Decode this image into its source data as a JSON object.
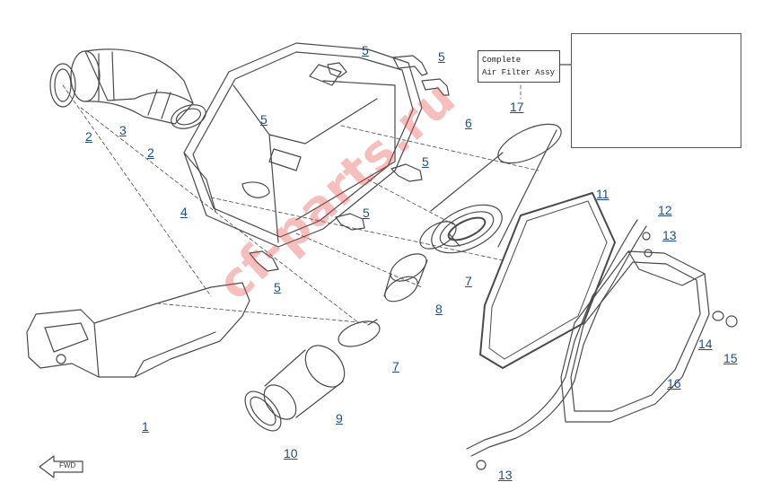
{
  "diagram": {
    "inset_label": [
      "Complete",
      "Air Filter Assy"
    ],
    "watermark": "cf-parts.ru",
    "fwd_label": "FWD",
    "colors": {
      "line": "#4a4a4a",
      "callout": "#1f4e8c",
      "watermark": "#e84646"
    },
    "callouts": [
      {
        "id": "c1",
        "label": "1"
      },
      {
        "id": "c2a",
        "label": "2"
      },
      {
        "id": "c2b",
        "label": "2"
      },
      {
        "id": "c3",
        "label": "3"
      },
      {
        "id": "c4",
        "label": "4"
      },
      {
        "id": "c5a",
        "label": "5"
      },
      {
        "id": "c5b",
        "label": "5"
      },
      {
        "id": "c5c",
        "label": "5"
      },
      {
        "id": "c5d",
        "label": "5"
      },
      {
        "id": "c5e",
        "label": "5"
      },
      {
        "id": "c5f",
        "label": "5"
      },
      {
        "id": "c6",
        "label": "6"
      },
      {
        "id": "c7a",
        "label": "7"
      },
      {
        "id": "c7b",
        "label": "7"
      },
      {
        "id": "c8",
        "label": "8"
      },
      {
        "id": "c9",
        "label": "9"
      },
      {
        "id": "c10",
        "label": "10"
      },
      {
        "id": "c11",
        "label": "11"
      },
      {
        "id": "c12",
        "label": "12"
      },
      {
        "id": "c13a",
        "label": "13"
      },
      {
        "id": "c13b",
        "label": "13"
      },
      {
        "id": "c14",
        "label": "14"
      },
      {
        "id": "c15",
        "label": "15"
      },
      {
        "id": "c16",
        "label": "16"
      },
      {
        "id": "c17",
        "label": "17"
      }
    ]
  }
}
